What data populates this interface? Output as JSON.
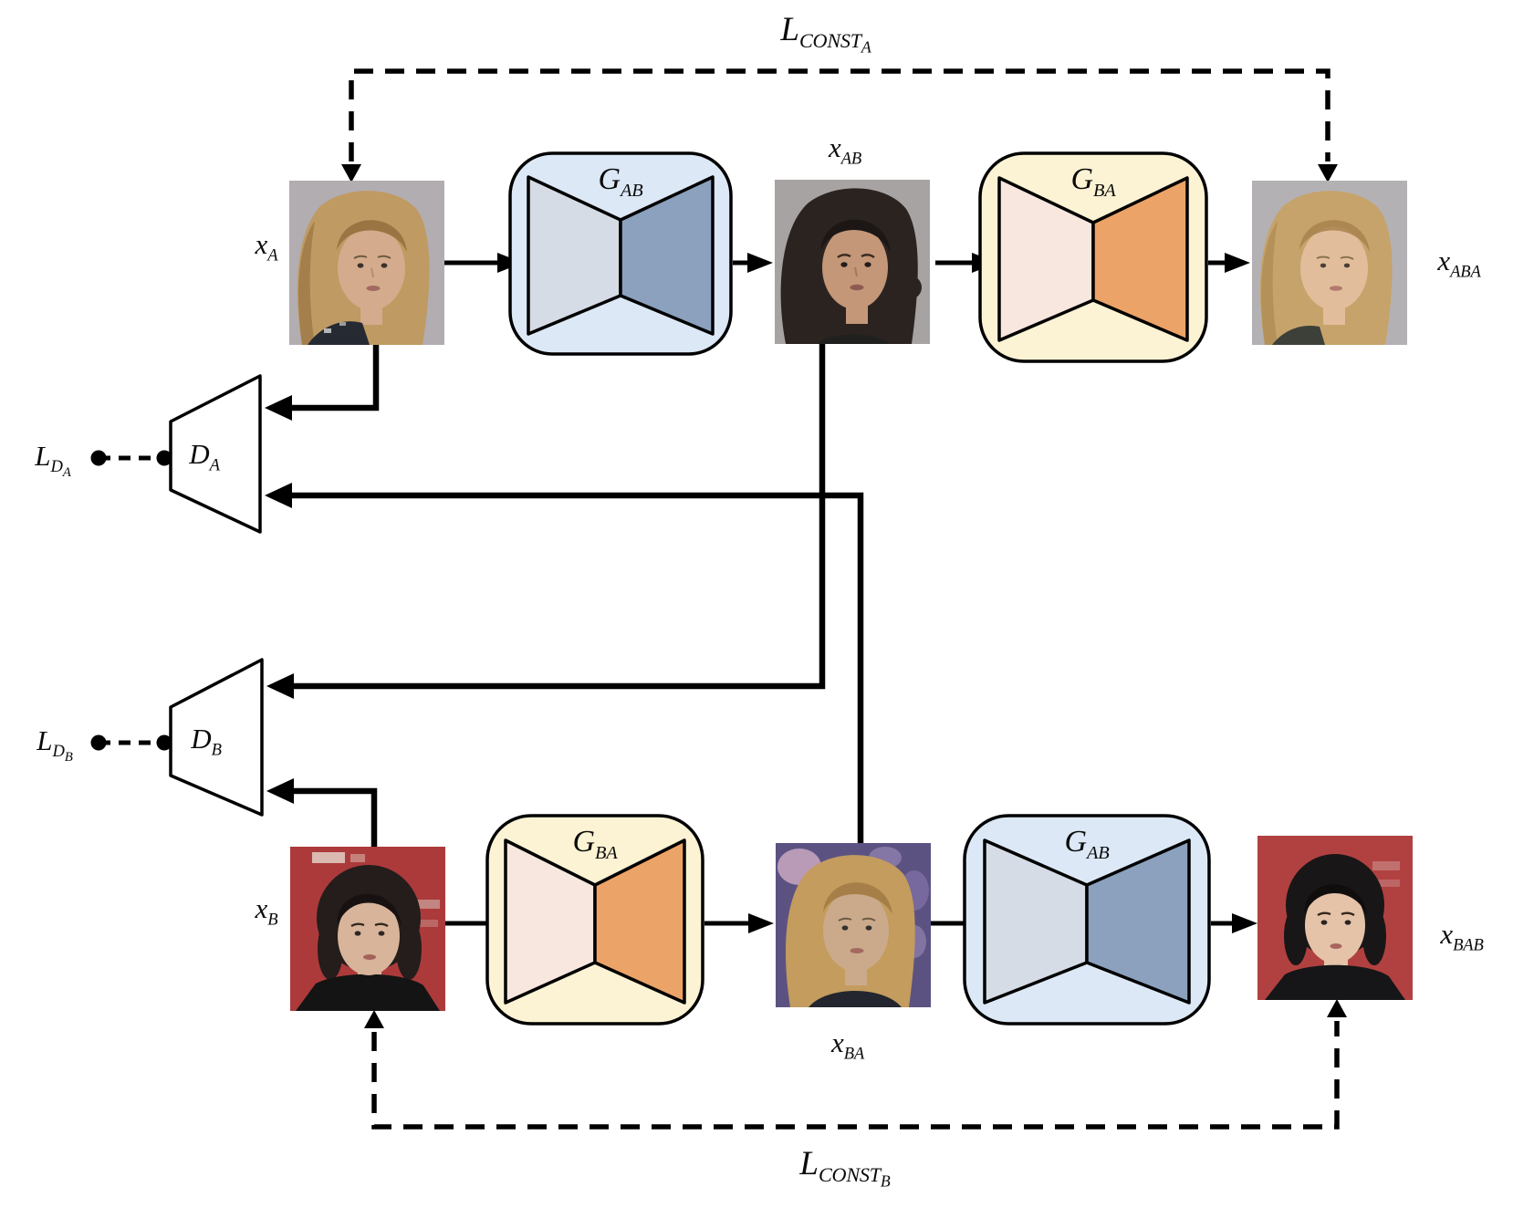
{
  "losses": {
    "const_a": {
      "base": "L",
      "sub": "CONST",
      "subsub": "A"
    },
    "const_b": {
      "base": "L",
      "sub": "CONST",
      "subsub": "B"
    },
    "ld_a": {
      "base": "L",
      "sub": "D",
      "subsub": "A"
    },
    "ld_b": {
      "base": "L",
      "sub": "D",
      "subsub": "B"
    }
  },
  "generators": {
    "gab_top": {
      "base": "G",
      "sub": "AB"
    },
    "gba_top": {
      "base": "G",
      "sub": "BA"
    },
    "gba_bottom": {
      "base": "G",
      "sub": "BA"
    },
    "gab_bottom": {
      "base": "G",
      "sub": "AB"
    }
  },
  "discriminators": {
    "d_a": {
      "base": "D",
      "sub": "A"
    },
    "d_b": {
      "base": "D",
      "sub": "B"
    }
  },
  "images": {
    "xa": {
      "base": "x",
      "sub": "A",
      "description": "Real domain-A photo: blonde woman on gray background",
      "palette": {
        "bg": "#b2adb1",
        "hair": "#bf9a62",
        "hair_dark": "#9a7442",
        "skin": "#d4ab8c",
        "clothing": "#262a33"
      }
    },
    "xab": {
      "base": "x",
      "sub": "AB",
      "description": "Generated domain-B photo: dark curly hair",
      "palette": {
        "bg": "#a8a3a3",
        "hair": "#2b2320",
        "hair_dark": "#1c1715",
        "skin": "#c39778",
        "clothing": "#20201f"
      }
    },
    "xaba": {
      "base": "x",
      "sub": "ABA",
      "description": "Reconstructed domain-A photo: blonde, blurry",
      "palette": {
        "bg": "#b4b1b5",
        "hair": "#c6a36a",
        "hair_dark": "#a8834c",
        "skin": "#e2bd9c",
        "clothing": "#3c4038"
      }
    },
    "xb": {
      "base": "x",
      "sub": "B",
      "description": "Real domain-B photo: dark bob on red background",
      "palette": {
        "bg": "#ac3a3b",
        "hair": "#241d1b",
        "hair_dark": "#171211",
        "skin": "#d8b49a",
        "clothing": "#141414"
      }
    },
    "xba": {
      "base": "x",
      "sub": "BA",
      "description": "Generated domain-A photo: blonde on purple background",
      "palette": {
        "bg": "#5c5282",
        "hair": "#c39c5e",
        "hair_dark": "#a67f48",
        "skin": "#cbaa8b",
        "clothing": "#23262e"
      }
    },
    "xbab": {
      "base": "x",
      "sub": "BAB",
      "description": "Reconstructed domain-B photo: dark bob on red background",
      "palette": {
        "bg": "#b14140",
        "hair": "#191617",
        "hair_dark": "#100d0d",
        "skin": "#e4c3a9",
        "clothing": "#161618"
      }
    }
  },
  "palette": {
    "generator_a_bg": "#dce8f6",
    "generator_a_encoder": "#d5dce6",
    "generator_a_decoder": "#8ba1bd",
    "generator_b_bg": "#fcf3d4",
    "generator_b_encoder": "#f8e7de",
    "generator_b_decoder": "#eca368",
    "discriminator_fill": "#ffffff",
    "line": "#000000",
    "background": "#ffffff"
  }
}
